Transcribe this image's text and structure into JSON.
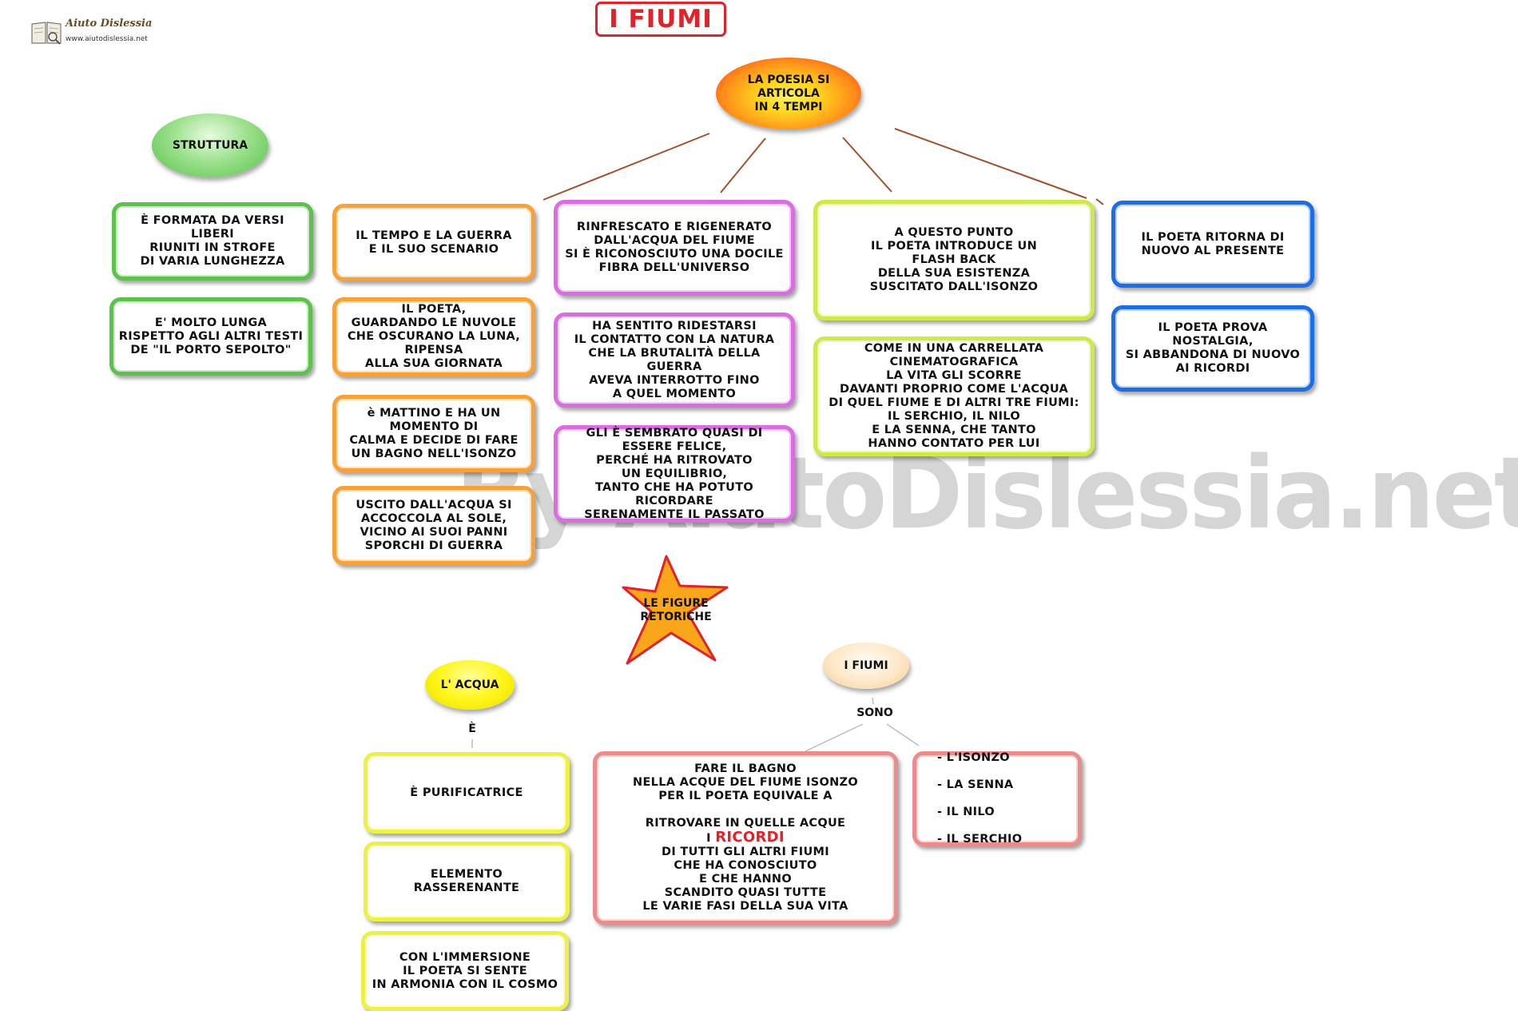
{
  "logo": {
    "brand": "Aiuto Dislessia",
    "url": "www.aiutodislessia.net"
  },
  "title": "I FIUMI",
  "watermark": "By AiutoDislessia.net",
  "struttura": {
    "label": "STRUTTURA",
    "items": [
      "È FORMATA DA VERSI LIBERI\nRIUNITI IN STROFE\nDI VARIA LUNGHEZZA",
      "E' MOLTO LUNGA\nRISPETTO AGLI ALTRI TESTI\nDE \"IL PORTO SEPOLTO\""
    ]
  },
  "central": {
    "label": "LA POESIA SI ARTICOLA\nIN 4 TEMPI"
  },
  "tempi": [
    {
      "items": [
        "IL TEMPO E LA GUERRA\nE IL SUO SCENARIO",
        "IL  POETA,\nGUARDANDO LE NUVOLE\nCHE OSCURANO LA LUNA,\nRIPENSA\nALLA SUA GIORNATA",
        "è MATTINO E HA UN\nMOMENTO DI\nCALMA E DECIDE DI FARE\nUN BAGNO NELL'ISONZO",
        "USCITO DALL'ACQUA SI\nACCOCCOLA AL SOLE,\nVICINO AI SUOI PANNI\nSPORCHI DI GUERRA"
      ]
    },
    {
      "items": [
        "RINFRESCATO E RIGENERATO\nDALL'ACQUA DEL FIUME\nSI È RICONOSCIUTO UNA DOCILE\nFIBRA DELL'UNIVERSO",
        "HA SENTITO RIDESTARSI\nIL CONTATTO CON LA NATURA\nCHE LA BRUTALITÀ DELLA GUERRA\nAVEVA INTERROTTO FINO\nA QUEL MOMENTO",
        "GLI È SEMBRATO QUASI DI\nESSERE FELICE,\nPERCHÉ HA RITROVATO\nUN EQUILIBRIO,\nTANTO CHE HA POTUTO RICORDARE\nSERENAMENTE IL PASSATO"
      ]
    },
    {
      "items": [
        "A QUESTO PUNTO\nIL POETA INTRODUCE UN\nFLASH BACK\nDELLA SUA ESISTENZA\nSUSCITATO DALL'ISONZO",
        "COME IN UNA CARRELLATA\nCINEMATOGRAFICA\nLA VITA GLI SCORRE\nDAVANTI PROPRIO COME L'ACQUA\nDI QUEL FIUME E DI ALTRI TRE FIUMI:\nIL SERCHIO, IL NILO\nE LA SENNA, CHE TANTO\nHANNO CONTATO PER LUI"
      ]
    },
    {
      "items": [
        "IL POETA RITORNA DI\nNUOVO AL PRESENTE",
        "IL POETA PROVA\nNOSTALGIA,\nSI ABBANDONA DI NUOVO\nAI RICORDI"
      ]
    }
  ],
  "figure": {
    "label": "LE FIGURE\nRETORICHE"
  },
  "acqua": {
    "label": "L' ACQUA",
    "connector": "È",
    "items": [
      "È PURIFICATRICE",
      "ELEMENTO\nRASSERENANTE",
      "CON L'IMMERSIONE\nIL POETA SI SENTE\nIN ARMONIA CON IL COSMO"
    ]
  },
  "fiumi": {
    "label": "I FIUMI",
    "connector": "SONO",
    "bagno_pre": "FARE IL BAGNO\nNELLA ACQUE DEL FIUME ISONZO\nPER IL POETA EQUIVALE A\n\nRITROVARE IN QUELLE ACQUE\nI ",
    "bagno_highlight": "RICORDI",
    "bagno_post": "DI TUTTI GLI ALTRI FIUMI\nCHE HA CONOSCIUTO\nE CHE HANNO\nSCANDITO QUASI TUTTE\nLE VARIE FASI DELLA SUA VITA",
    "list": [
      "-  L'ISONZO",
      "-  LA SENNA",
      "-  IL NILO",
      "-  IL SERCHIO"
    ]
  },
  "colors": {
    "title": "#e0222a",
    "green": "#5ec14e",
    "orange": "#f7a13a",
    "purple": "#d86ee0",
    "lime": "#cfe84a",
    "blue": "#1e6ee3",
    "yellow": "#eef04a",
    "pink": "#eb8c8c",
    "connector": "#a0522d"
  }
}
